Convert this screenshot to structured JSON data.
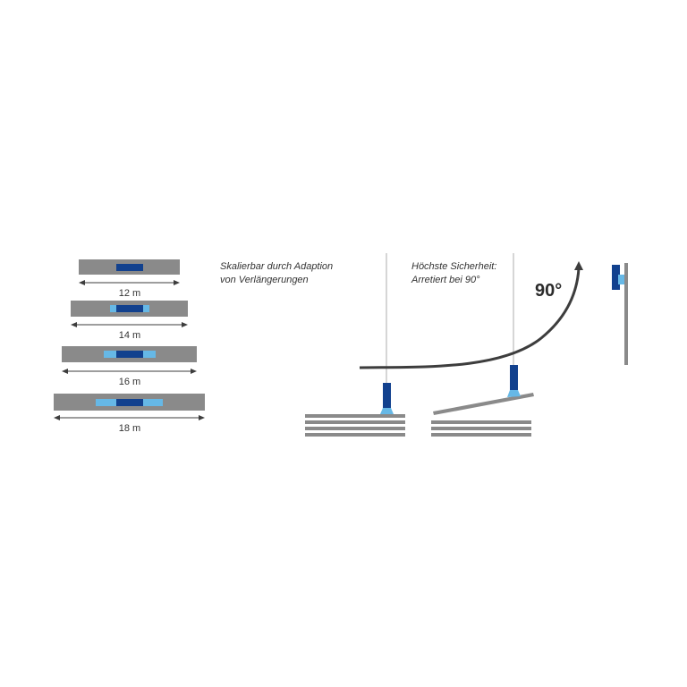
{
  "colors": {
    "beam": "#8a8a8a",
    "dark_blue": "#12418e",
    "light_blue": "#66b8e6",
    "arrow": "#3d3d3d",
    "text": "#333333"
  },
  "left_panel": {
    "caption_line1": "Skalierbar durch Adaption",
    "caption_line2": "von Verlängerungen",
    "variants": [
      {
        "label": "12 m",
        "length_m": 12
      },
      {
        "label": "14 m",
        "length_m": 14
      },
      {
        "label": "16 m",
        "length_m": 16
      },
      {
        "label": "18 m",
        "length_m": 18
      }
    ]
  },
  "right_panel": {
    "caption_line1": "Höchste Sicherheit:",
    "caption_line2": "Arretiert bei 90°",
    "angle_label": "90°"
  }
}
